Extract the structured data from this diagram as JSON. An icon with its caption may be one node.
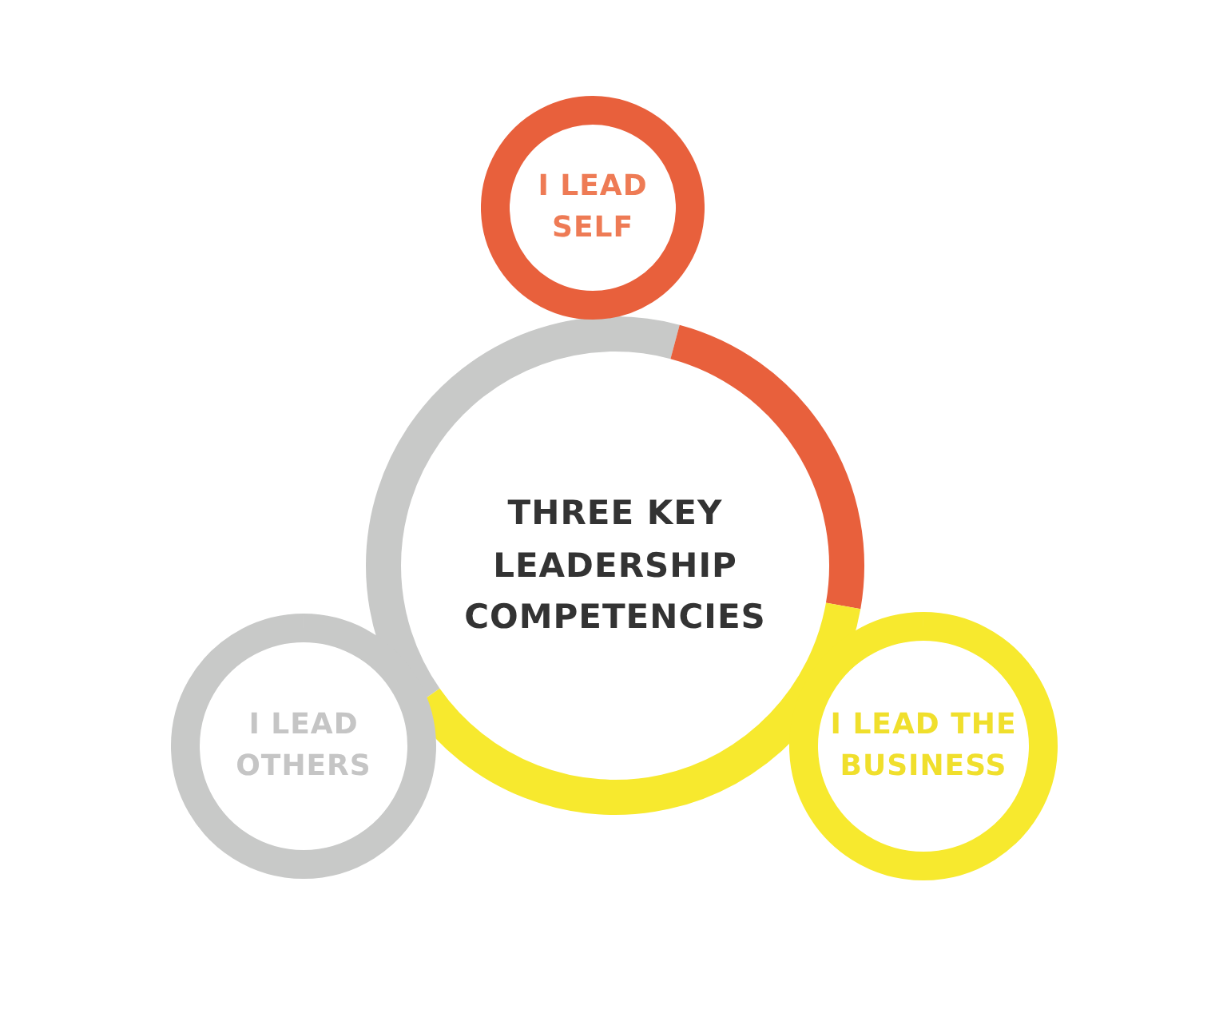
{
  "diagram": {
    "nodes": [
      {
        "text": [
          "THREE KEY LEADERSHIP COMPETENCIES"
        ]
      },
      {
        "text": [
          "I LEAD SELF"
        ]
      },
      {
        "text": [
          "I LEAD OTHERS"
        ]
      },
      {
        "text": [
          "I LEAD THE BUSINESS"
        ]
      }
    ]
  }
}
